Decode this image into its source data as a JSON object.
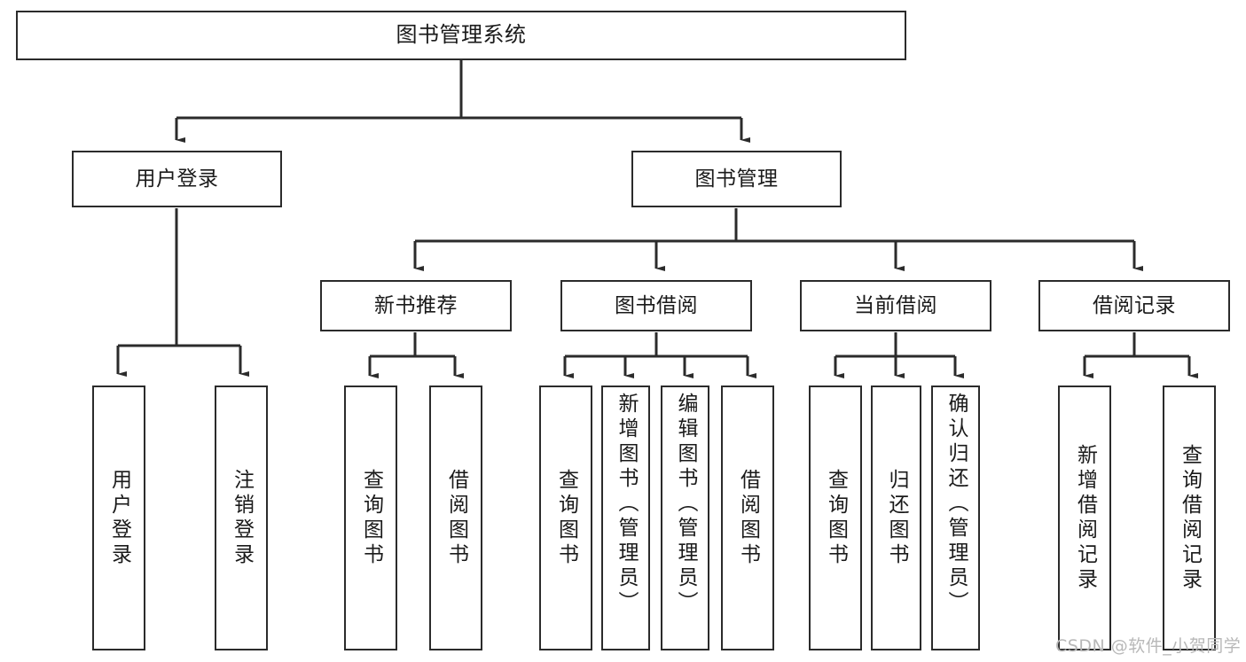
{
  "diagram": {
    "title": "图书管理系统",
    "type": "hierarchy-tree",
    "colors": {
      "box_border": "#2b2b2b",
      "background": "#ffffff",
      "connector": "#2b2b2b",
      "watermark": "#b8b8b8"
    },
    "watermark": "CSDN @软件_小贺同学",
    "levels": {
      "root": {
        "label": "图书管理系统"
      },
      "level1": [
        {
          "label": "用户登录"
        },
        {
          "label": "图书管理"
        }
      ],
      "level2": [
        {
          "label": "新书推荐"
        },
        {
          "label": "图书借阅"
        },
        {
          "label": "当前借阅"
        },
        {
          "label": "借阅记录"
        }
      ],
      "leaves": {
        "user_login": [
          {
            "label": "用户登录"
          },
          {
            "label": "注销登录"
          }
        ],
        "new_book_recommend": [
          {
            "label": "查询图书"
          },
          {
            "label": "借阅图书"
          }
        ],
        "book_borrow": [
          {
            "label": "查询图书"
          },
          {
            "label": "新增图书（管理员）"
          },
          {
            "label": "编辑图书（管理员）"
          },
          {
            "label": "借阅图书"
          }
        ],
        "current_borrow": [
          {
            "label": "查询图书"
          },
          {
            "label": "归还图书"
          },
          {
            "label": "确认归还（管理员）"
          }
        ],
        "borrow_record": [
          {
            "label": "新增借阅记录"
          },
          {
            "label": "查询借阅记录"
          }
        ]
      }
    }
  }
}
